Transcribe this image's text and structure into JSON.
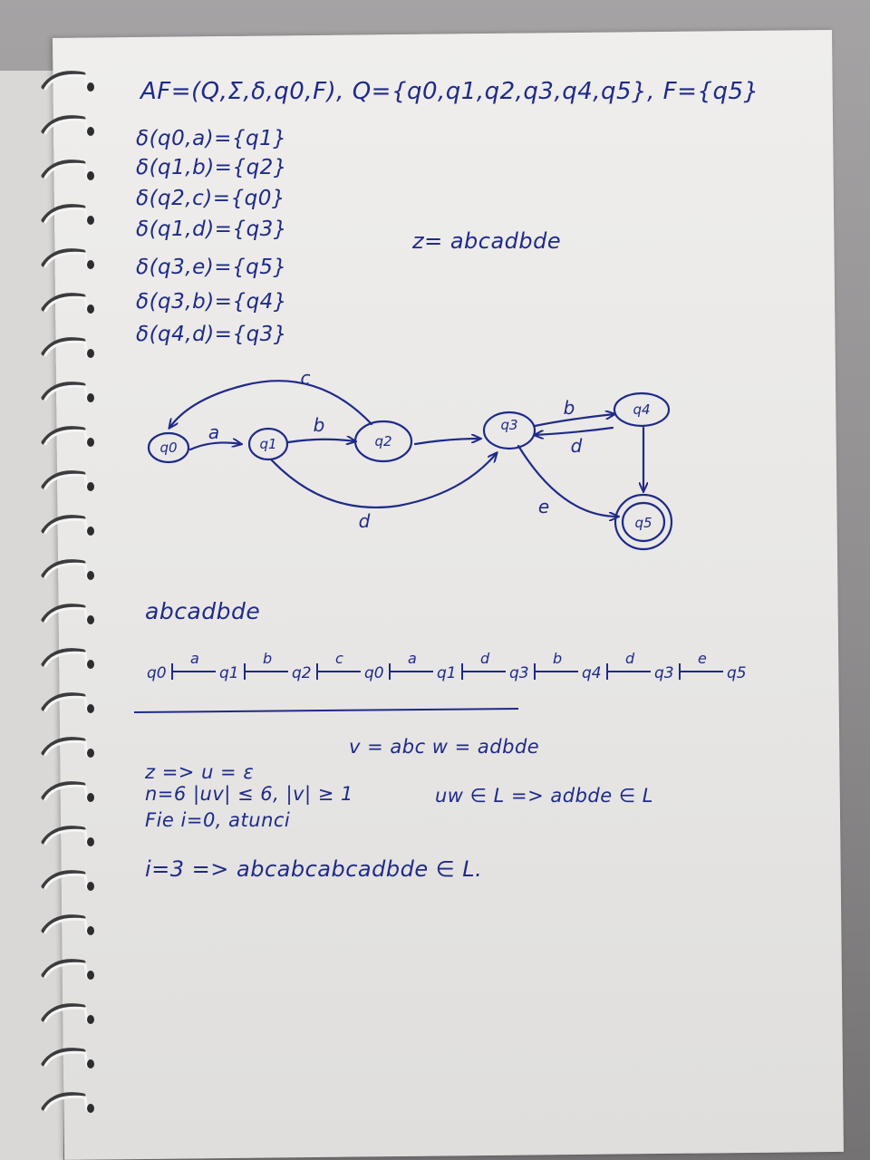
{
  "notebook": {
    "header": "AF=(Q,Σ,δ,q0,F), Q={q0,q1,q2,q3,q4,q5}, F={q5}",
    "transitions": [
      "δ(q0,a)={q1}",
      "δ(q1,b)={q2}",
      "δ(q2,c)={q0}",
      "δ(q1,d)={q3}",
      "δ(q3,e)={q5}",
      "δ(q3,b)={q4}",
      "δ(q4,d)={q3}"
    ],
    "z_word": "z= abcadbde",
    "automaton": {
      "states": [
        "q0",
        "q1",
        "q2",
        "q3",
        "q4",
        "q5"
      ],
      "final_state": "q5",
      "edges": [
        {
          "from": "q0",
          "to": "q1",
          "label": "a"
        },
        {
          "from": "q1",
          "to": "q2",
          "label": "b"
        },
        {
          "from": "q2",
          "to": "q0",
          "label": "c"
        },
        {
          "from": "q1",
          "to": "q3",
          "label": "d"
        },
        {
          "from": "q3",
          "to": "q4",
          "label": "b"
        },
        {
          "from": "q4",
          "to": "q3",
          "label": "d"
        },
        {
          "from": "q3",
          "to": "q5",
          "label": "e"
        },
        {
          "from": "q4",
          "to": "q5",
          "label": ""
        }
      ]
    },
    "word": "abcadbde",
    "trace": {
      "symbols": [
        "a",
        "b",
        "c",
        "a",
        "d",
        "b",
        "d",
        "e"
      ],
      "states": [
        "q0",
        "q1",
        "q2",
        "q0",
        "q1",
        "q3",
        "q4",
        "q3",
        "q5"
      ]
    },
    "decomposition": {
      "u_line": "z => u = ε",
      "v_w_line": "v = abc   w = adbde",
      "n_line": "n=6  |uv| ≤ 6,  |v| ≥ 1",
      "pump_line": "Fie i=0, atunci",
      "uw_line": "uw ∈ L => adbde ∈ L",
      "i3_line": "i=3 => abcabcabcadbde ∈ L."
    }
  }
}
